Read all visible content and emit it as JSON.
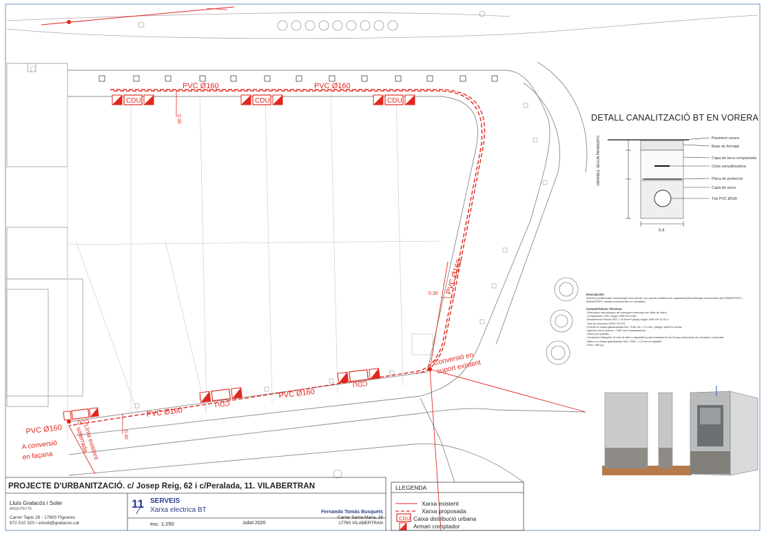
{
  "plan": {
    "pipe_label": "PVC Ø160",
    "cdu_label": "CDU",
    "dim_030": "0.30",
    "conversion_existing": "Conversió en suport existent",
    "conversion_facade_1": "A conversió",
    "conversion_facade_2": "en façana",
    "existing_line_1": "Línia existent",
    "existing_line_2": "soterrada"
  },
  "detail": {
    "title": "DETALL CANALITZACIÓ BT EN VORERA",
    "layers": [
      "Paviment vorera",
      "Base de formigó",
      "Capa de terra compactada",
      "Cinta senyalitzadora",
      "Placa de protecció",
      "Capa de sorra",
      "Tub PVC Ø160"
    ],
    "width_label": "0,4",
    "variable_label": "VARIABLE SEGUN PAVIMENTO",
    "desc_heading": "Descripción:",
    "desc_text": "Armario prefabricado monobloque tres piezas, con puerta metálica con capacidad para albergar envolventes tipo PAMANTER o MAKANTER o similar (envolventes no incluidas).",
    "tech_heading": "Características Técnicas:",
    "tech_lines": [
      "-Estructura monobloque de hormigón reforzado con fibra de vidrio.",
      "-Composición GRC según UNE EN 1169.",
      "-Resistencia Flexión GRC > 8 N/mm² (Mpa) según UNE EN 1170-4.",
      "-Tipo de cemento CEM I 52,5 R.",
      "-Puerta en chapa galvanizada RAL 7035, de > 1,5 mm, pliegue perfil en forma.",
      "-Apertura de la puerta > 150º con enclavamiento.",
      "-Cierre por pestillo.",
      "-Cerradura triangular 11 mm de lado y dispositivo para candado 8 mm Ø para otros tipos de cerradura, consultar.",
      "-Marco en chapa galvanizada RAL 7035 > 1,5 mm en tejadillo.",
      "-Peso: 380 kg."
    ]
  },
  "title_block": {
    "project": "PROJECTE D'URBANITZACIÓ. c/ Josep Reig, 62 i c/Peralada, 11. VILABERTRAN",
    "architect": "Lluís Gratacós i Soler",
    "architect_role": "ARQUITECTE",
    "address": "Carrer Tapis 26 - 17600 Figueres",
    "contact": "972 510 320 / estudi@gratacos.cat",
    "sheet_number": "11",
    "section": "SERVEIS",
    "subsection": "Xarxa electrica BT",
    "scale": "esc. 1:250",
    "date": "Juliol 2020",
    "client_name": "Fernando Tomás Busquets",
    "client_address": "Carrer Santa Maria, 26",
    "client_city": "17760 VILABERTRAN"
  },
  "legend": {
    "title": "LLEGENDA",
    "items": [
      "Xarxa existent",
      "Xarxa proposada",
      "Caixa distribució urbana",
      "Armari comptador"
    ],
    "cdu": "CDU"
  }
}
